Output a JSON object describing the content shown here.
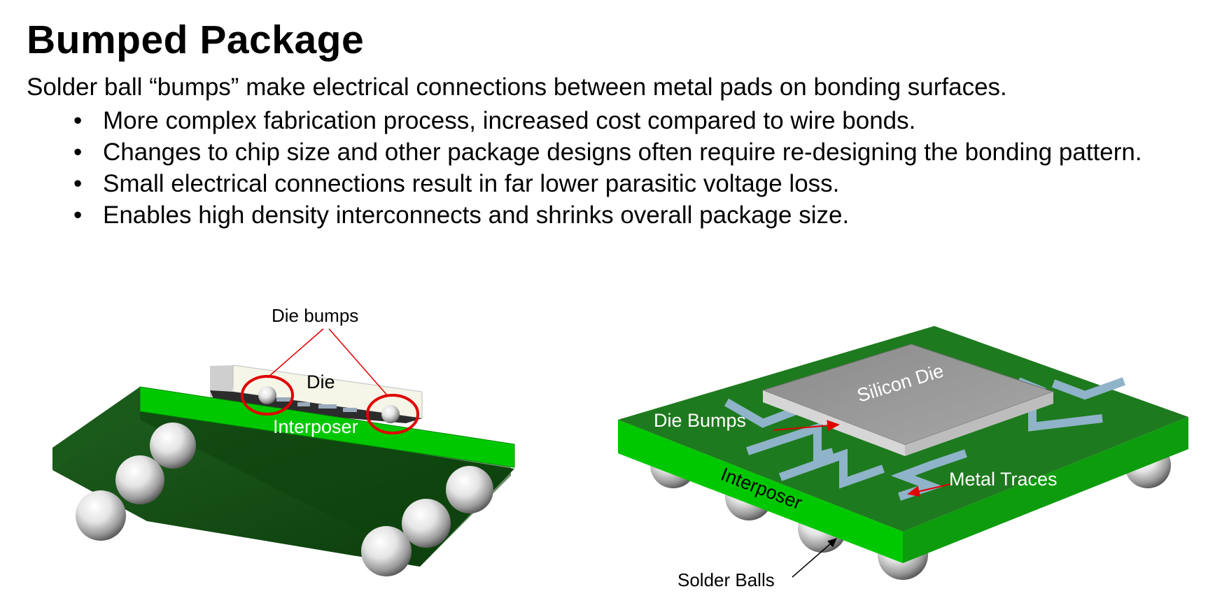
{
  "title": "Bumped Package",
  "intro": "Solder ball “bumps” make electrical connections between metal pads on bonding surfaces.",
  "bullets": [
    "More complex fabrication process, increased cost compared to wire bonds.",
    "Changes to chip size and other package designs often require re-designing the bonding pattern.",
    "Small electrical connections result in far lower parasitic voltage loss.",
    "Enables high density interconnects and shrinks overall package size."
  ],
  "left_figure": {
    "labels": {
      "die_bumps": "Die bumps",
      "die": "Die",
      "interposer": "Interposer"
    }
  },
  "right_figure": {
    "labels": {
      "silicon_die": "Silicon Die",
      "die_bumps": "Die Bumps",
      "metal_traces": "Metal Traces",
      "interposer": "Interposer",
      "solder_balls": "Solder Balls"
    }
  },
  "colors": {
    "board_top": "#00c800",
    "board_side": "#1f5c1f",
    "board_dark": "#0d3d0d",
    "trace": "#8fb3c9",
    "die_top": "#9a9a9a",
    "highlight": "#e00000"
  }
}
